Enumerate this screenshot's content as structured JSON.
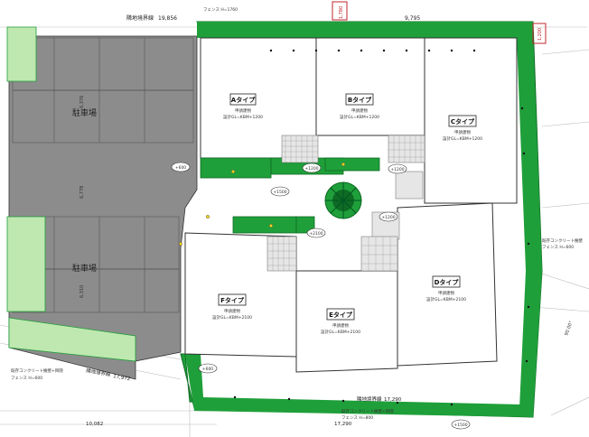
{
  "boundary": {
    "north_label": "隣地境界線",
    "north_dim_1": "19,856",
    "north_dim_2": "9,795",
    "south_label_1": "隣地境界線",
    "south_dim_1": "17,972",
    "south_label_2": "隣地境界線",
    "south_dim_2": "17,290",
    "bottom_dim": "10,082",
    "bottom_dim_2": "17,290",
    "angle": "90.00°"
  },
  "fences": {
    "north": "フェンス H=1760",
    "south_1": "フェンス H=600",
    "south_2": "フェンス H=800",
    "east": "フェンス H=600",
    "wall_label_1": "既存コンクリート擁壁+目隠",
    "wall_label_2": "既存コンクリート擁壁+目隠",
    "wall_label_3": "既存コンクリート擁壁"
  },
  "parking": {
    "label_1": "駐車場",
    "label_2": "駐車場",
    "dim_1": "6,376",
    "dim_2": "6,778",
    "dim_3": "6,310"
  },
  "units": [
    {
      "name": "Aタイプ",
      "line1": "申請建物",
      "line2": "設計GL=KBM+1200"
    },
    {
      "name": "Bタイプ",
      "line1": "申請建物",
      "line2": "設計GL=KBM+1200"
    },
    {
      "name": "Cタイプ",
      "line1": "申請建物",
      "line2": "設計GL=KBM+1200"
    },
    {
      "name": "Dタイプ",
      "line1": "申請建物",
      "line2": "設計GL=KBM+2100"
    },
    {
      "name": "Eタイプ",
      "line1": "申請建物",
      "line2": "設計GL=KBM+2100"
    },
    {
      "name": "Fタイプ",
      "line1": "申請建物",
      "line2": "設計GL=KBM+2100"
    }
  ],
  "markers": {
    "red_top": "1,780",
    "red_right": "1,200",
    "levels": [
      "+600",
      "+1200",
      "+1200",
      "+1200",
      "+2100",
      "+1500",
      "+600",
      "+1500"
    ]
  },
  "colors": {
    "green": "#1f9f3a",
    "green_light": "#bfe8b0",
    "gray": "#8c8c8c",
    "line": "#333333",
    "red": "#c0272d"
  }
}
